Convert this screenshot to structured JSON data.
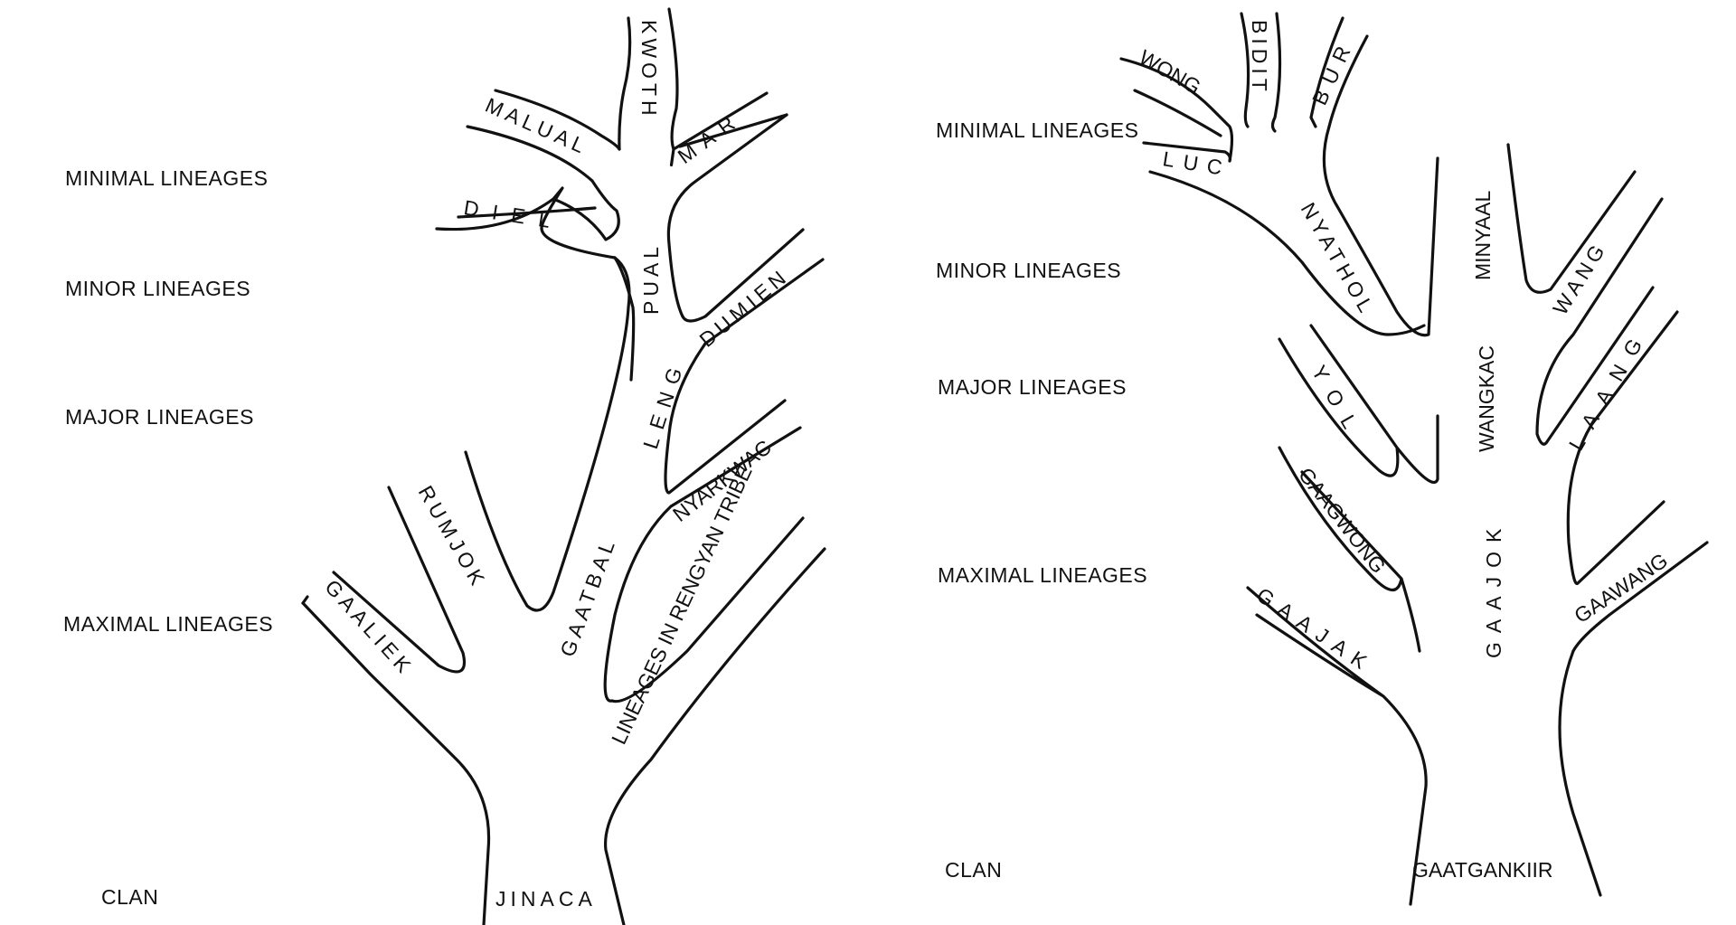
{
  "left_tree": {
    "levels": {
      "minimal": "MINIMAL LINEAGES",
      "minor": "MINOR LINEAGES",
      "major": "MAJOR LINEAGES",
      "maximal": "MAXIMAL LINEAGES",
      "clan": "CLAN"
    },
    "clan_name": "JINACA",
    "branches": {
      "kwoth": "KWOTH",
      "malual": "MALUAL",
      "mar": "MAR",
      "diel": "DIEL",
      "pual": "PUAL",
      "dumien": "DUMIEN",
      "leng": "LENG",
      "nyarkwac": "NYARKWAC",
      "rumjok": "RUMJOK",
      "gaatbal": "GAATBAL",
      "gaaliek": "GAALIEK",
      "rengyan": "LINEAGES IN RENGYAN TRIBE"
    }
  },
  "right_tree": {
    "levels": {
      "minimal": "MINIMAL LINEAGES",
      "minor": "MINOR LINEAGES",
      "major": "MAJOR LINEAGES",
      "maximal": "MAXIMAL LINEAGES",
      "clan": "CLAN"
    },
    "clan_name": "GAATGANKIIR",
    "branches": {
      "wong": "WONG",
      "bidit": "BIDIT",
      "bur": "BUR",
      "luc": "LUC",
      "nyathol": "NYATHOL",
      "minyaal": "MINYAAL",
      "wang": "WANG",
      "wangkac": "WANGKAC",
      "laang": "LAANG",
      "yol": "YOL",
      "gaagwong": "GAAGWONG",
      "gaajok": "GAAJOK",
      "gaawang": "GAAWANG",
      "gaajak": "GAAJAK"
    }
  }
}
